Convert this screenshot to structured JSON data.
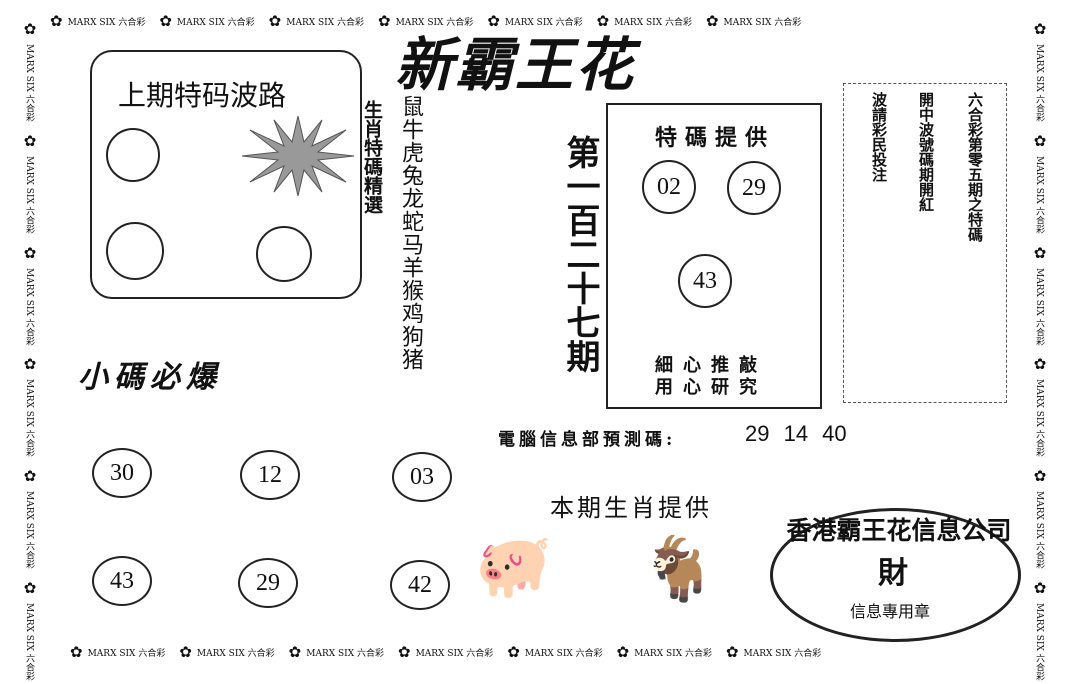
{
  "border": {
    "mark_text": "MARX SIX 六合彩",
    "icon": "flower-icon",
    "top_count": 7,
    "bottom_count": 7,
    "side_count": 6
  },
  "title": "新霸王花",
  "wave_section": {
    "title": "上期特码波路"
  },
  "zodiac_pick_label": "生肖特碼精選",
  "zodiac_list": "鼠牛虎兔龙蛇马羊猴鸡狗猪",
  "issue": "第一百二十七期",
  "special": {
    "title": "特碼提供",
    "numbers": [
      "02",
      "29",
      "43"
    ],
    "footer_line1": "細心推敲",
    "footer_line2": "用心研究"
  },
  "notice": {
    "columns": [
      "六合彩第零五期之特碼",
      "開中波號碼期開紅",
      "波請彩民投注"
    ]
  },
  "small_codes": {
    "title": "小碼必爆",
    "row1": [
      "30",
      "12",
      "03"
    ],
    "row2": [
      "43",
      "29",
      "42"
    ]
  },
  "computer_forecast": {
    "label": "電腦信息部預測碼:",
    "numbers": "29 14 40"
  },
  "zodiac_provide": {
    "label": "本期生肖提供",
    "animals": [
      "pig-icon",
      "goat-icon"
    ]
  },
  "stamp": {
    "top": "香港霸王花信息公司",
    "center": "財",
    "bottom": "信息專用章"
  }
}
